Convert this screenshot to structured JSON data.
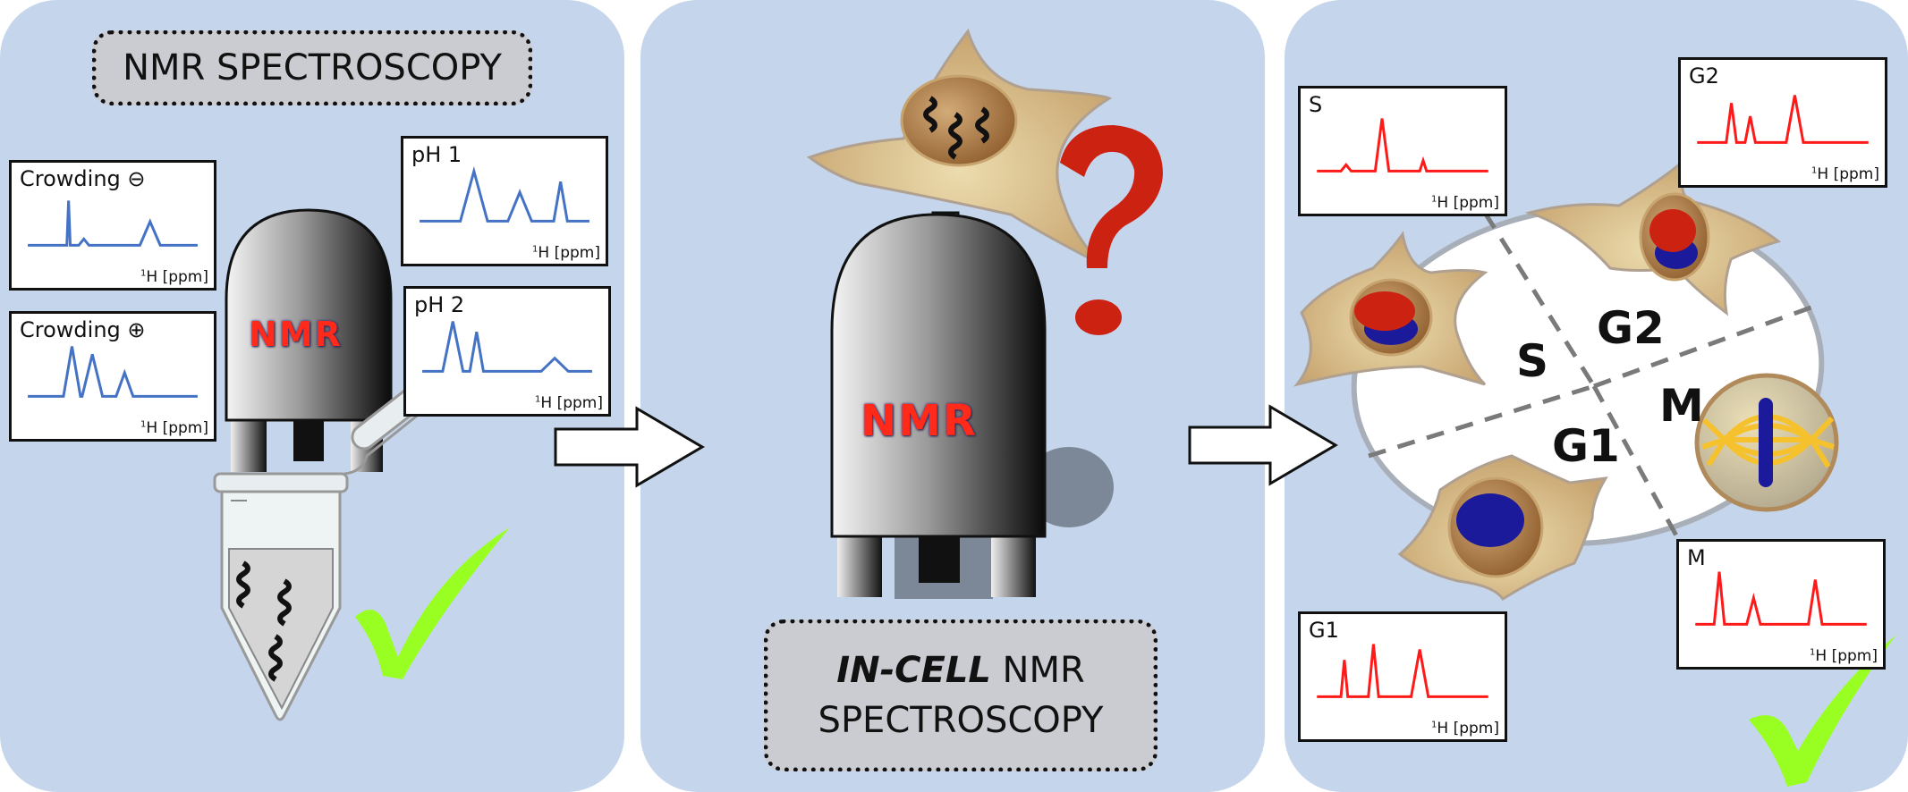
{
  "panels": {
    "in_vitro": {
      "title": "NMR SPECTROSCOPY",
      "instrument_label": "NMR",
      "spectra": [
        {
          "id": "crowding-minus",
          "label": "Crowding",
          "symbol": "⊖",
          "axis_label": "H [ppm]",
          "axis_sup": "1",
          "color": "#4472c4",
          "peaks": [
            [
              0.24,
              0.85,
              0.01
            ],
            [
              0.33,
              0.12,
              0.03
            ],
            [
              0.72,
              0.45,
              0.06
            ]
          ]
        },
        {
          "id": "crowding-plus",
          "label": "Crowding",
          "symbol": "⊕",
          "axis_label": "H [ppm]",
          "axis_sup": "1",
          "color": "#4472c4",
          "peaks": [
            [
              0.26,
              0.95,
              0.05
            ],
            [
              0.38,
              0.8,
              0.06
            ],
            [
              0.57,
              0.45,
              0.05
            ]
          ]
        },
        {
          "id": "ph-1",
          "label": "pH 1",
          "symbol": "",
          "axis_label": "H [ppm]",
          "axis_sup": "1",
          "color": "#4472c4",
          "peaks": [
            [
              0.32,
              0.95,
              0.08
            ],
            [
              0.59,
              0.55,
              0.07
            ],
            [
              0.83,
              0.75,
              0.04
            ]
          ]
        },
        {
          "id": "ph-2",
          "label": "pH 2",
          "symbol": "",
          "axis_label": "H [ppm]",
          "axis_sup": "1",
          "color": "#4472c4",
          "peaks": [
            [
              0.18,
              0.95,
              0.06
            ],
            [
              0.32,
              0.75,
              0.04
            ],
            [
              0.78,
              0.25,
              0.08
            ]
          ]
        }
      ],
      "check_color": "#99ff22"
    },
    "in_cell": {
      "title_bold_italic": "IN-CELL",
      "title_rest_line1": "NMR",
      "title_line2": "SPECTROSCOPY",
      "instrument_label": "NMR",
      "question_mark": "?",
      "question_color": "#cc2211"
    },
    "cell_cycle": {
      "phases": [
        "S",
        "G2",
        "M",
        "G1"
      ],
      "spectra": [
        {
          "id": "s",
          "label": "S",
          "axis_label": "H [ppm]",
          "axis_sup": "1",
          "color": "#ff1a1a",
          "peaks": [
            [
              0.17,
              0.12,
              0.03
            ],
            [
              0.38,
              1.0,
              0.04
            ],
            [
              0.62,
              0.2,
              0.02
            ]
          ]
        },
        {
          "id": "g2",
          "label": "G2",
          "axis_label": "H [ppm]",
          "axis_sup": "1",
          "color": "#ff1a1a",
          "peaks": [
            [
              0.2,
              0.75,
              0.03
            ],
            [
              0.31,
              0.5,
              0.03
            ],
            [
              0.57,
              0.9,
              0.05
            ]
          ]
        },
        {
          "id": "g1",
          "label": "G1",
          "axis_label": "H [ppm]",
          "axis_sup": "1",
          "color": "#ff1a1a",
          "peaks": [
            [
              0.16,
              0.7,
              0.02
            ],
            [
              0.33,
              1.0,
              0.03
            ],
            [
              0.6,
              0.9,
              0.05
            ]
          ]
        },
        {
          "id": "m",
          "label": "M",
          "axis_label": "H [ppm]",
          "axis_sup": "1",
          "color": "#ff1a1a",
          "peaks": [
            [
              0.14,
              1.0,
              0.03
            ],
            [
              0.34,
              0.5,
              0.04
            ],
            [
              0.7,
              0.85,
              0.04
            ]
          ]
        }
      ],
      "check_color": "#99ff22"
    }
  }
}
